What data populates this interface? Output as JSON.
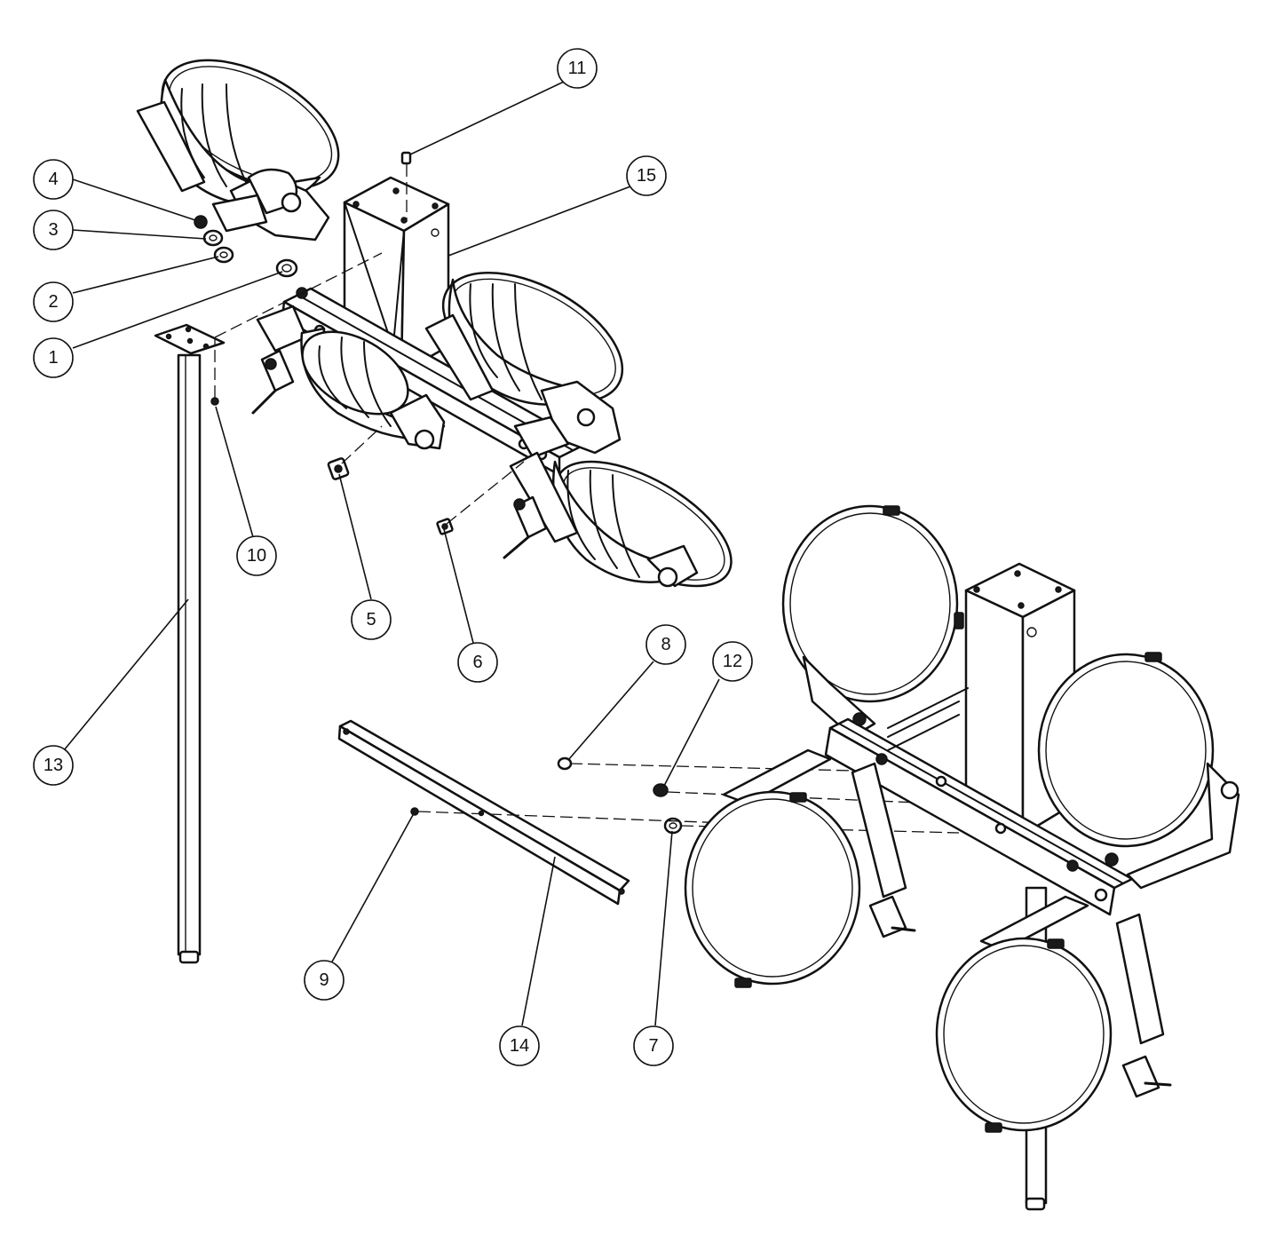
{
  "callouts": [
    {
      "id": "callout-1",
      "label": "1"
    },
    {
      "id": "callout-2",
      "label": "2"
    },
    {
      "id": "callout-3",
      "label": "3"
    },
    {
      "id": "callout-4",
      "label": "4"
    },
    {
      "id": "callout-5",
      "label": "5"
    },
    {
      "id": "callout-6",
      "label": "6"
    },
    {
      "id": "callout-7",
      "label": "7"
    },
    {
      "id": "callout-8",
      "label": "8"
    },
    {
      "id": "callout-9",
      "label": "9"
    },
    {
      "id": "callout-10",
      "label": "10"
    },
    {
      "id": "callout-11",
      "label": "11"
    },
    {
      "id": "callout-12",
      "label": "12"
    },
    {
      "id": "callout-13",
      "label": "13"
    },
    {
      "id": "callout-14",
      "label": "14"
    },
    {
      "id": "callout-15",
      "label": "15"
    }
  ]
}
